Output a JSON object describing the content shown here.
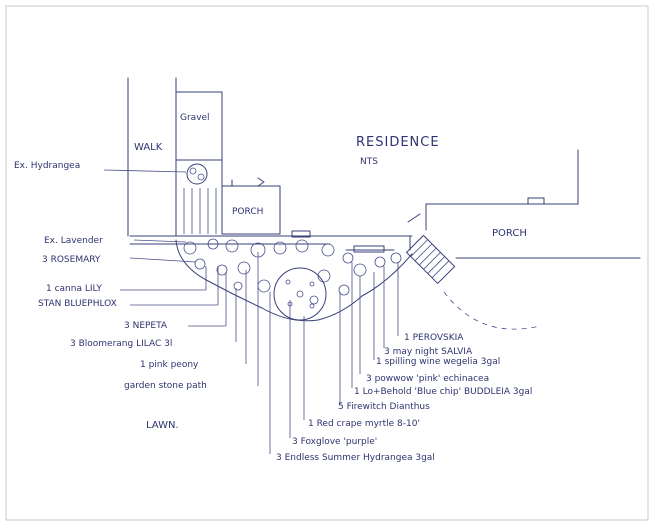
{
  "title": "RESIDENCE",
  "scale": "NTS",
  "areas": {
    "walk": "WALK",
    "gravel": "Gravel",
    "porch_left": "PORCH",
    "porch_right": "PORCH",
    "lawn": "LAWN."
  },
  "labels_left": [
    "Ex. Hydrangea",
    "Ex. Lavender",
    "3 ROSEMARY",
    "1 canna LILY",
    "STAN BLUEPHLOX",
    "3 NEPETA",
    "3 Bloomerang LILAC 3l",
    "1 pink peony",
    "garden stone path"
  ],
  "labels_right": [
    "1 PEROVSKIA",
    "3 may night SALVIA",
    "1 spilling wine wegelia 3gal",
    "3 powwow 'pink' echinacea",
    "1 Lo+Behold 'Blue chip' BUDDLEIA 3gal",
    "5 Firewitch Dianthus",
    "1 Red crape myrtle 8-10'",
    "3 Foxglove 'purple'",
    "3 Endless Summer Hydrangea 3gal"
  ],
  "colors": {
    "ink": "#3a3f7a",
    "paper": "#ffffff",
    "frame": "#c9c9c9"
  }
}
